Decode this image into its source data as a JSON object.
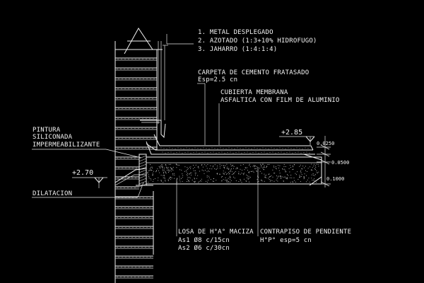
{
  "colors": {
    "background": "#000000",
    "ink": "#f2f2f2"
  },
  "notes_stucco": [
    "1. METAL DESPLEGADO",
    "2. AZOTADO (1:3+10% HIDROFUGO)",
    "3. JAHARRO (1:4:1:4)"
  ],
  "carpeta": {
    "line1": "CARPETA DE CEMENTO FRATASADO",
    "line2": "Esp=2.5 cn"
  },
  "cubierta": {
    "line1": "CUBIERTA MEMBRANA",
    "line2": "ASFALTICA CON FILM DE ALUMINIO"
  },
  "pintura": {
    "line1": "PINTURA",
    "line2": "SILICONADA",
    "line3": "IMPERMEABILIZANTE"
  },
  "levels": {
    "upper": "+2.85",
    "lower": "+2.70"
  },
  "dilatacion": "DILATACION",
  "dims": {
    "d1": "0.0250",
    "d2": "0.0500",
    "d3": "0.1000"
  },
  "losa": {
    "line1": "LOSA DE H°A° MACIZA",
    "line2": "As1 Ø8 c/15cn",
    "line3": "As2 Ø6 c/30cn"
  },
  "contrapiso": {
    "line1": "CONTRAPISO DE PENDIENTE",
    "line2": "H°P° esp=5 cn"
  }
}
